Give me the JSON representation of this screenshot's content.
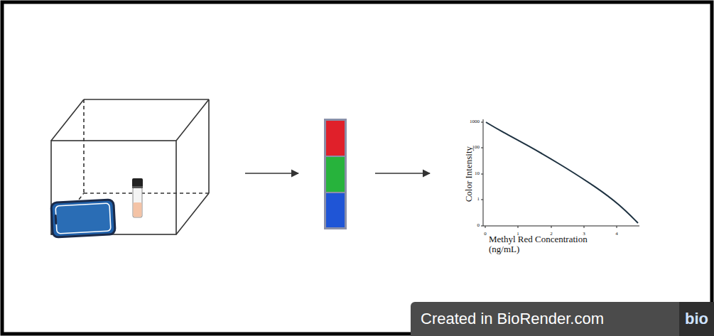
{
  "diagram": {
    "nodes": [
      {
        "text": [
          "Created in BioRender.com",
          "bio"
        ]
      }
    ],
    "labels": [
      "1000",
      "100",
      "10",
      "1",
      "0",
      "0",
      "1",
      "2",
      "3",
      "4",
      "Color Intensity",
      "Methyl Red Concentration (ng/mL)"
    ]
  }
}
